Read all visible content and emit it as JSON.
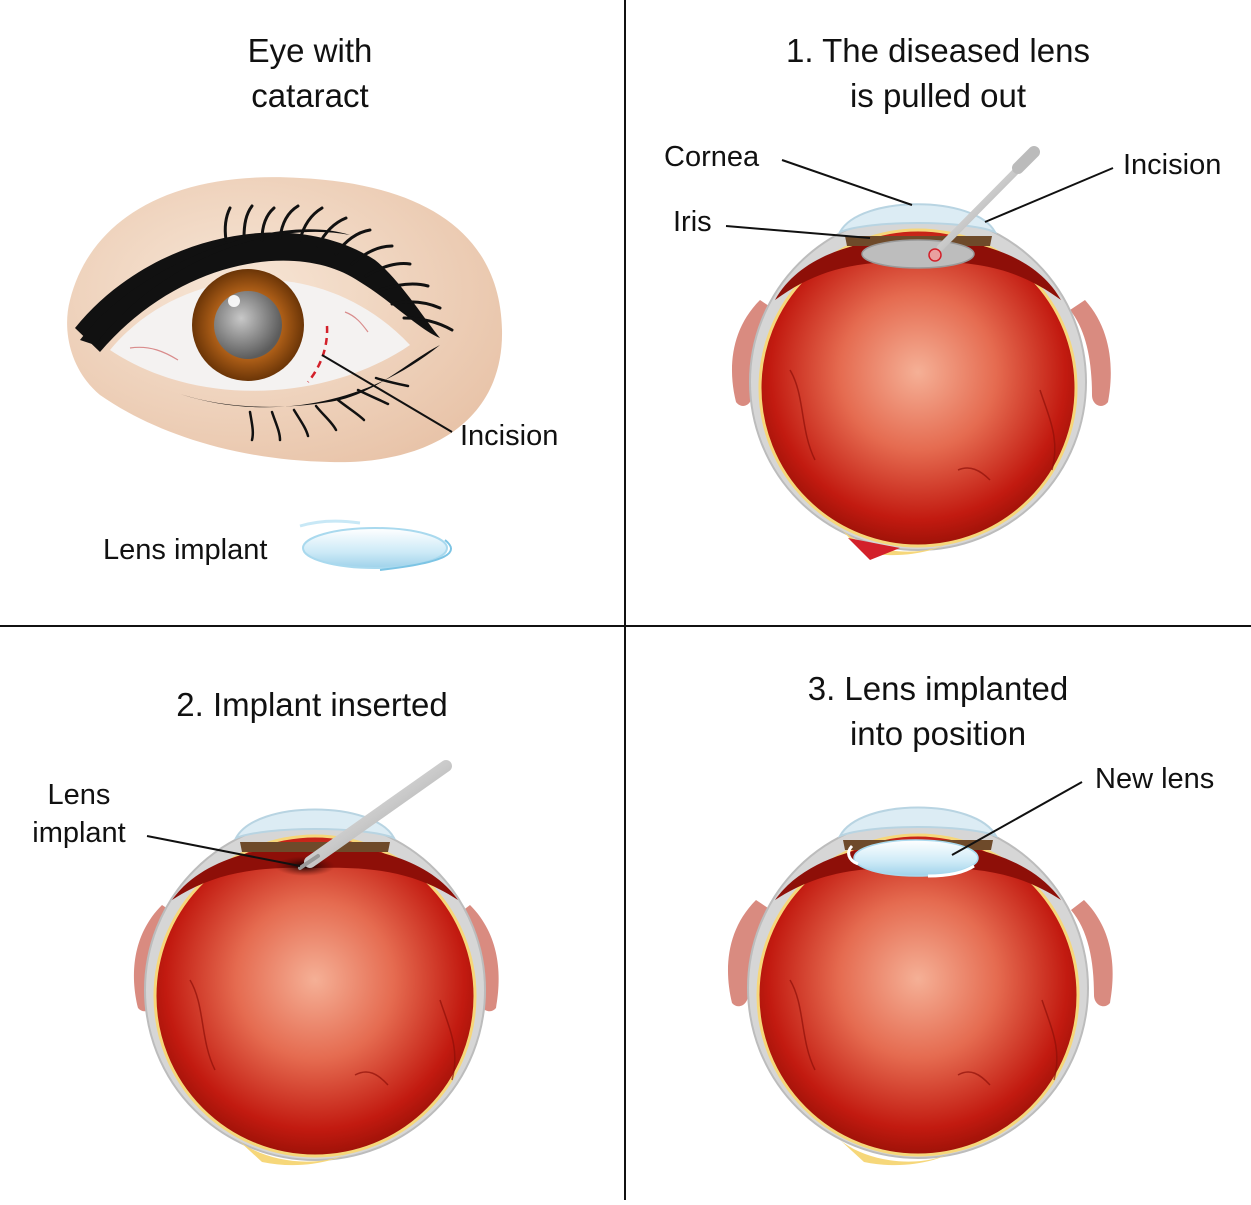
{
  "panels": {
    "tl": {
      "title_lines": [
        "Eye with",
        "cataract"
      ],
      "labels": {
        "incision": "Incision",
        "lens_implant": "Lens implant"
      }
    },
    "tr": {
      "title_lines": [
        "1. The diseased lens",
        "is pulled out"
      ],
      "labels": {
        "cornea": "Cornea",
        "iris": "Iris",
        "incision": "Incision"
      }
    },
    "bl": {
      "title_lines": [
        "2. Implant inserted"
      ],
      "labels": {
        "lens_implant_lines": [
          "Lens",
          "implant"
        ]
      }
    },
    "br": {
      "title_lines": [
        "3. Lens implanted",
        "into position"
      ],
      "labels": {
        "new_lens": "New lens"
      }
    }
  },
  "colors": {
    "skin": "#f0d6c0",
    "eyeliner": "#111111",
    "iris": "#8a4a12",
    "pupil_cataract": "#8c8c8c",
    "eyeball_red": "#c21a10",
    "eyeball_inner": "#f0a080",
    "sclera_outline": "#c8c8c8",
    "lens_implant": "#cdeaf7",
    "iris_brown": "#6e4a2a",
    "fat_yellow": "#f6d77a",
    "incision_mark": "#d3202a"
  },
  "icons": [
    "cataract-eye-icon",
    "lens-implant-icon",
    "eyeball-cross-section-icon",
    "surgical-instrument-icon"
  ]
}
